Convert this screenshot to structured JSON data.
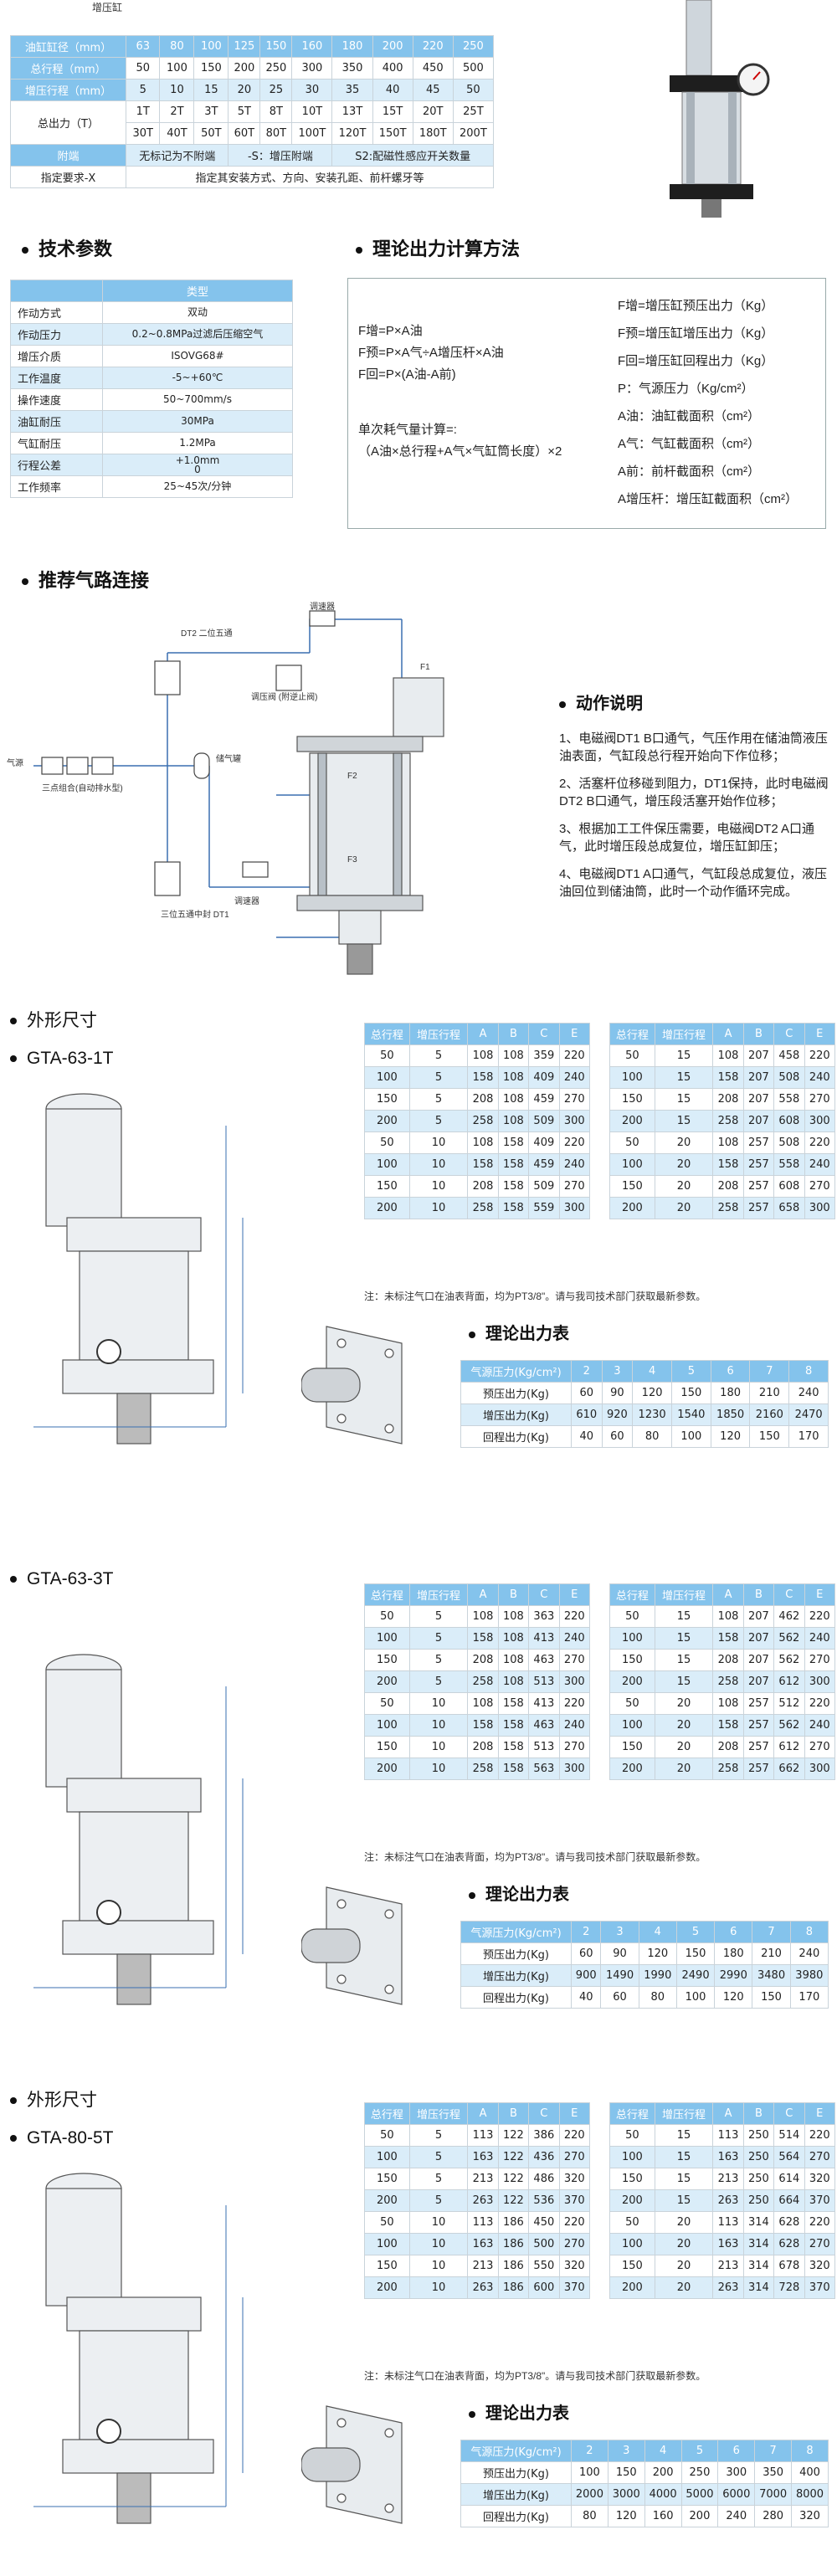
{
  "top_label": "增压缸",
  "spec_table": {
    "rows": [
      {
        "label": "油缸缸径（mm）",
        "cells": [
          "63",
          "80",
          "100",
          "125",
          "150",
          "160",
          "180",
          "200",
          "220",
          "250"
        ]
      },
      {
        "label": "总行程（mm）",
        "cells": [
          "50",
          "100",
          "150",
          "200",
          "250",
          "300",
          "350",
          "400",
          "450",
          "500"
        ]
      },
      {
        "label": "增压行程（mm）",
        "cells": [
          "5",
          "10",
          "15",
          "20",
          "25",
          "30",
          "35",
          "40",
          "45",
          "50"
        ]
      }
    ],
    "force_label": "总出力（T）",
    "force_row1": [
      "1T",
      "2T",
      "3T",
      "5T",
      "8T",
      "10T",
      "13T",
      "15T",
      "20T",
      "25T"
    ],
    "force_row2": [
      "30T",
      "40T",
      "50T",
      "60T",
      "80T",
      "100T",
      "120T",
      "150T",
      "180T",
      "200T"
    ],
    "attach_label": "附端",
    "attach_cells": [
      "无标记为不附端",
      "-S：增压附端",
      "S2:配磁性感应开关数量"
    ],
    "spec_label": "指定要求-X",
    "spec_value": "指定其安装方式、方向、安装孔距、前杆螺牙等"
  },
  "tech": {
    "title": "技术参数",
    "header": "类型",
    "rows": [
      [
        "作动方式",
        "双动"
      ],
      [
        "作动压力",
        "0.2~0.8MPa过滤后压缩空气"
      ],
      [
        "增压介质",
        "ISOVG68#"
      ],
      [
        "工作温度",
        "-5~+60℃"
      ],
      [
        "操作速度",
        "50~700mm/s"
      ],
      [
        "油缸耐压",
        "30MPa"
      ],
      [
        "气缸耐压",
        "1.2MPa"
      ],
      [
        "行程公差",
        "+1.0mm\n0"
      ],
      [
        "工作频率",
        "25~45次/分钟"
      ]
    ]
  },
  "calc": {
    "title": "理论出力计算方法",
    "left": [
      "F增=P×A油",
      "F预=P×A气÷A增压杆×A油",
      "F回=P×(A油-A前)"
    ],
    "consume_title": "单次耗气量计算=:",
    "consume_formula": "（A油×总行程+A气×气缸筒长度）×2",
    "right": [
      "F增=增压缸预压出力（Kg）",
      "F预=增压缸增压出力（Kg）",
      "F回=增压缸回程出力（Kg）",
      "P：气源压力（Kg/cm²）",
      "A油：油缸截面积（cm²）",
      "A气：气缸截面积（cm²）",
      "A前：前杆截面积（cm²）",
      "A增压杆：增压缸截面积（cm²）"
    ]
  },
  "pneumatic": {
    "title": "推荐气路连接",
    "labels": {
      "dt2": "DT2\n二位五通",
      "reg_top": "调速器",
      "valve": "调压阀\n(附逆止阀)",
      "tank": "储气罐",
      "fr": "三点组合(自动排水型)",
      "air": "气源",
      "reg_bottom": "调速器",
      "dt1": "三位五通中封\nDT1",
      "f1": "F1",
      "f2": "F2",
      "f3": "F3"
    },
    "action_title": "动作说明",
    "steps": [
      "1、电磁阀DT1 B口通气，气压作用在储油筒液压油表面，气缸段总行程开始向下作位移；",
      "2、活塞杆位移碰到阻力，DT1保持，此时电磁阀DT2 B口通气，增压段活塞开始作位移；",
      "3、根据加工工件保压需要，电磁阀DT2 A口通气，此时增压段总成复位，增压缸卸压；",
      "4、电磁阀DT1 A口通气，气缸段总成复位，液压油回位到储油筒，此时一个动作循环完成。"
    ]
  },
  "dim_title": "外形尺寸",
  "dim_cols": [
    "总行程",
    "增压行程",
    "A",
    "B",
    "C",
    "E"
  ],
  "output_title": "理论出力表",
  "output_row_labels": [
    "气源压力(Kg/cm²)",
    "预压出力(Kg)",
    "增压出力(Kg)",
    "回程出力(Kg)"
  ],
  "note": "注：未标注气口在油表背面，均为PT3/8\"。请与我司技术部门获取最新参数。",
  "models": [
    {
      "name": "GTA-63-1T",
      "left": [
        [
          "50",
          "5",
          "108",
          "108",
          "359",
          "220"
        ],
        [
          "100",
          "5",
          "158",
          "108",
          "409",
          "240"
        ],
        [
          "150",
          "5",
          "208",
          "108",
          "459",
          "270"
        ],
        [
          "200",
          "5",
          "258",
          "108",
          "509",
          "300"
        ],
        [
          "50",
          "10",
          "108",
          "158",
          "409",
          "220"
        ],
        [
          "100",
          "10",
          "158",
          "158",
          "459",
          "240"
        ],
        [
          "150",
          "10",
          "208",
          "158",
          "509",
          "270"
        ],
        [
          "200",
          "10",
          "258",
          "158",
          "559",
          "300"
        ]
      ],
      "right": [
        [
          "50",
          "15",
          "108",
          "207",
          "458",
          "220"
        ],
        [
          "100",
          "15",
          "158",
          "207",
          "508",
          "240"
        ],
        [
          "150",
          "15",
          "208",
          "207",
          "558",
          "270"
        ],
        [
          "200",
          "15",
          "258",
          "207",
          "608",
          "300"
        ],
        [
          "50",
          "20",
          "108",
          "257",
          "508",
          "220"
        ],
        [
          "100",
          "20",
          "158",
          "257",
          "558",
          "240"
        ],
        [
          "150",
          "20",
          "208",
          "257",
          "608",
          "270"
        ],
        [
          "200",
          "20",
          "258",
          "257",
          "658",
          "300"
        ]
      ],
      "output": [
        [
          "2",
          "3",
          "4",
          "5",
          "6",
          "7",
          "8"
        ],
        [
          "60",
          "90",
          "120",
          "150",
          "180",
          "210",
          "240"
        ],
        [
          "610",
          "920",
          "1230",
          "1540",
          "1850",
          "2160",
          "2470"
        ],
        [
          "40",
          "60",
          "80",
          "100",
          "120",
          "150",
          "170"
        ]
      ]
    },
    {
      "name": "GTA-63-3T",
      "left": [
        [
          "50",
          "5",
          "108",
          "108",
          "363",
          "220"
        ],
        [
          "100",
          "5",
          "158",
          "108",
          "413",
          "240"
        ],
        [
          "150",
          "5",
          "208",
          "108",
          "463",
          "270"
        ],
        [
          "200",
          "5",
          "258",
          "108",
          "513",
          "300"
        ],
        [
          "50",
          "10",
          "108",
          "158",
          "413",
          "220"
        ],
        [
          "100",
          "10",
          "158",
          "158",
          "463",
          "240"
        ],
        [
          "150",
          "10",
          "208",
          "158",
          "513",
          "270"
        ],
        [
          "200",
          "10",
          "258",
          "158",
          "563",
          "300"
        ]
      ],
      "right": [
        [
          "50",
          "15",
          "108",
          "207",
          "462",
          "220"
        ],
        [
          "100",
          "15",
          "158",
          "207",
          "562",
          "240"
        ],
        [
          "150",
          "15",
          "208",
          "207",
          "562",
          "270"
        ],
        [
          "200",
          "15",
          "258",
          "207",
          "612",
          "300"
        ],
        [
          "50",
          "20",
          "108",
          "257",
          "512",
          "220"
        ],
        [
          "100",
          "20",
          "158",
          "257",
          "562",
          "240"
        ],
        [
          "150",
          "20",
          "208",
          "257",
          "612",
          "270"
        ],
        [
          "200",
          "20",
          "258",
          "257",
          "662",
          "300"
        ]
      ],
      "output": [
        [
          "2",
          "3",
          "4",
          "5",
          "6",
          "7",
          "8"
        ],
        [
          "60",
          "90",
          "120",
          "150",
          "180",
          "210",
          "240"
        ],
        [
          "900",
          "1490",
          "1990",
          "2490",
          "2990",
          "3480",
          "3980"
        ],
        [
          "40",
          "60",
          "80",
          "100",
          "120",
          "150",
          "170"
        ]
      ]
    },
    {
      "name": "GTA-80-5T",
      "left": [
        [
          "50",
          "5",
          "113",
          "122",
          "386",
          "220"
        ],
        [
          "100",
          "5",
          "163",
          "122",
          "436",
          "270"
        ],
        [
          "150",
          "5",
          "213",
          "122",
          "486",
          "320"
        ],
        [
          "200",
          "5",
          "263",
          "122",
          "536",
          "370"
        ],
        [
          "50",
          "10",
          "113",
          "186",
          "450",
          "220"
        ],
        [
          "100",
          "10",
          "163",
          "186",
          "500",
          "270"
        ],
        [
          "150",
          "10",
          "213",
          "186",
          "550",
          "320"
        ],
        [
          "200",
          "10",
          "263",
          "186",
          "600",
          "370"
        ]
      ],
      "right": [
        [
          "50",
          "15",
          "113",
          "250",
          "514",
          "220"
        ],
        [
          "100",
          "15",
          "163",
          "250",
          "564",
          "270"
        ],
        [
          "150",
          "15",
          "213",
          "250",
          "614",
          "320"
        ],
        [
          "200",
          "15",
          "263",
          "250",
          "664",
          "370"
        ],
        [
          "50",
          "20",
          "113",
          "314",
          "628",
          "220"
        ],
        [
          "100",
          "20",
          "163",
          "314",
          "628",
          "270"
        ],
        [
          "150",
          "20",
          "213",
          "314",
          "678",
          "320"
        ],
        [
          "200",
          "20",
          "263",
          "314",
          "728",
          "370"
        ]
      ],
      "output": [
        [
          "2",
          "3",
          "4",
          "5",
          "6",
          "7",
          "8"
        ],
        [
          "100",
          "150",
          "200",
          "250",
          "300",
          "350",
          "400"
        ],
        [
          "2000",
          "3000",
          "4000",
          "5000",
          "6000",
          "7000",
          "8000"
        ],
        [
          "80",
          "120",
          "160",
          "200",
          "240",
          "280",
          "320"
        ]
      ]
    }
  ]
}
